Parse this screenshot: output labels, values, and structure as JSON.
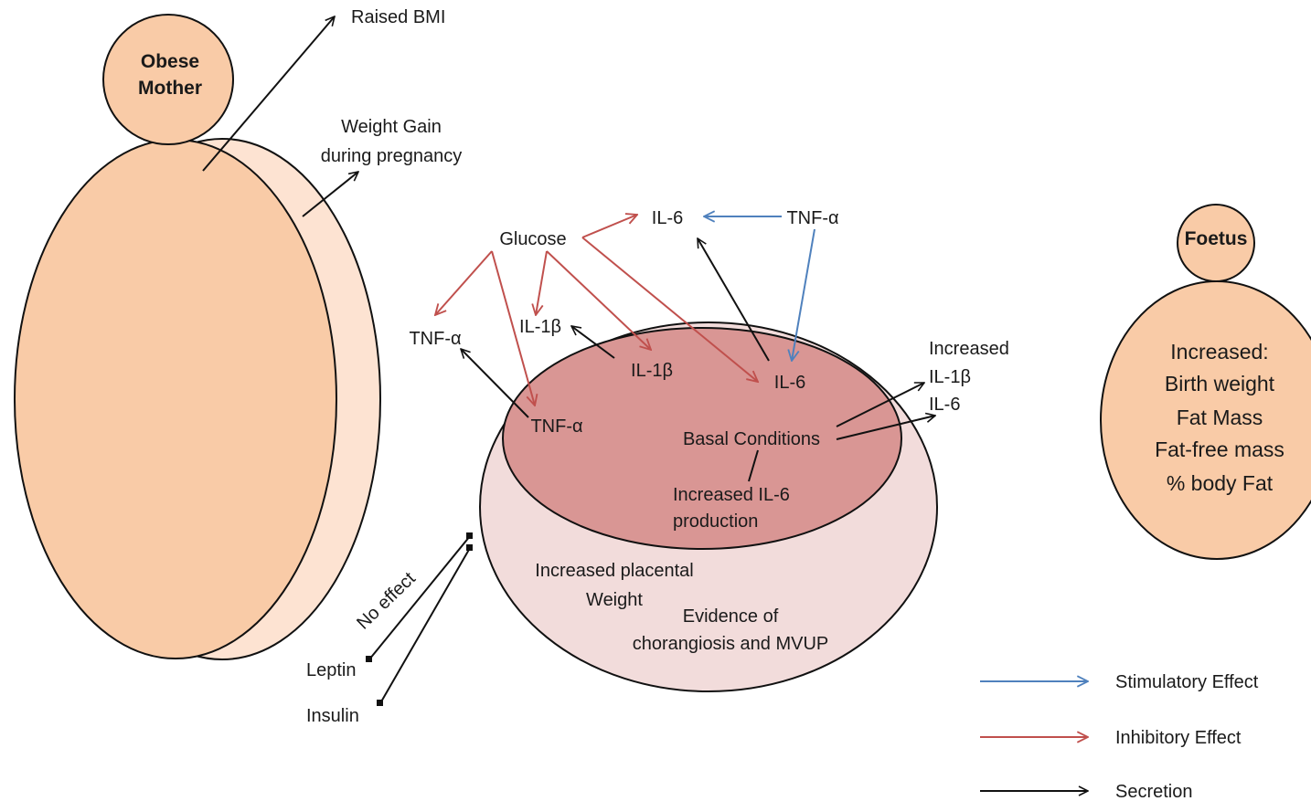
{
  "colors": {
    "stimulatory": "#4f81bd",
    "inhibitory": "#c0504d",
    "secretion": "#111111",
    "mother_fill": "#f9cba7",
    "mother_shadow": "#fde3d2",
    "placenta_outer": "#f2dcdb",
    "placenta_inner": "#d99694",
    "foetus_fill": "#f9cba7"
  },
  "mother": {
    "head_line1": "Obese",
    "head_line2": "Mother",
    "raised_bmi": "Raised BMI",
    "weight_gain_line1": "Weight Gain",
    "weight_gain_line2": "during pregnancy"
  },
  "center": {
    "glucose": "Glucose",
    "il6_top": "IL-6",
    "tnf_top": "TNF-α",
    "tnf_left": "TNF-α",
    "il1b_left": "IL-1β",
    "il1b_inner": "IL-1β",
    "il6_inner": "IL-6",
    "tnf_inner": "TNF-α",
    "basal": "Basal Conditions",
    "increased_label": "Increased",
    "increased_il1b": "IL-1β",
    "increased_il6": "IL-6",
    "il6_prod_line1": "Increased IL-6",
    "il6_prod_line2": "production",
    "placental_line1": "Increased placental",
    "placental_line2": "Weight",
    "evidence_line1": "Evidence of",
    "evidence_line2": "chorangiosis and MVUP",
    "no_effect": "No effect",
    "leptin": "Leptin",
    "insulin": "Insulin"
  },
  "foetus": {
    "head": "Foetus",
    "line1": "Increased:",
    "line2": "Birth weight",
    "line3": "Fat Mass",
    "line4": "Fat-free mass",
    "line5": "% body Fat"
  },
  "legend": {
    "stimulatory": "Stimulatory Effect",
    "inhibitory": "Inhibitory Effect",
    "secretion": "Secretion"
  }
}
